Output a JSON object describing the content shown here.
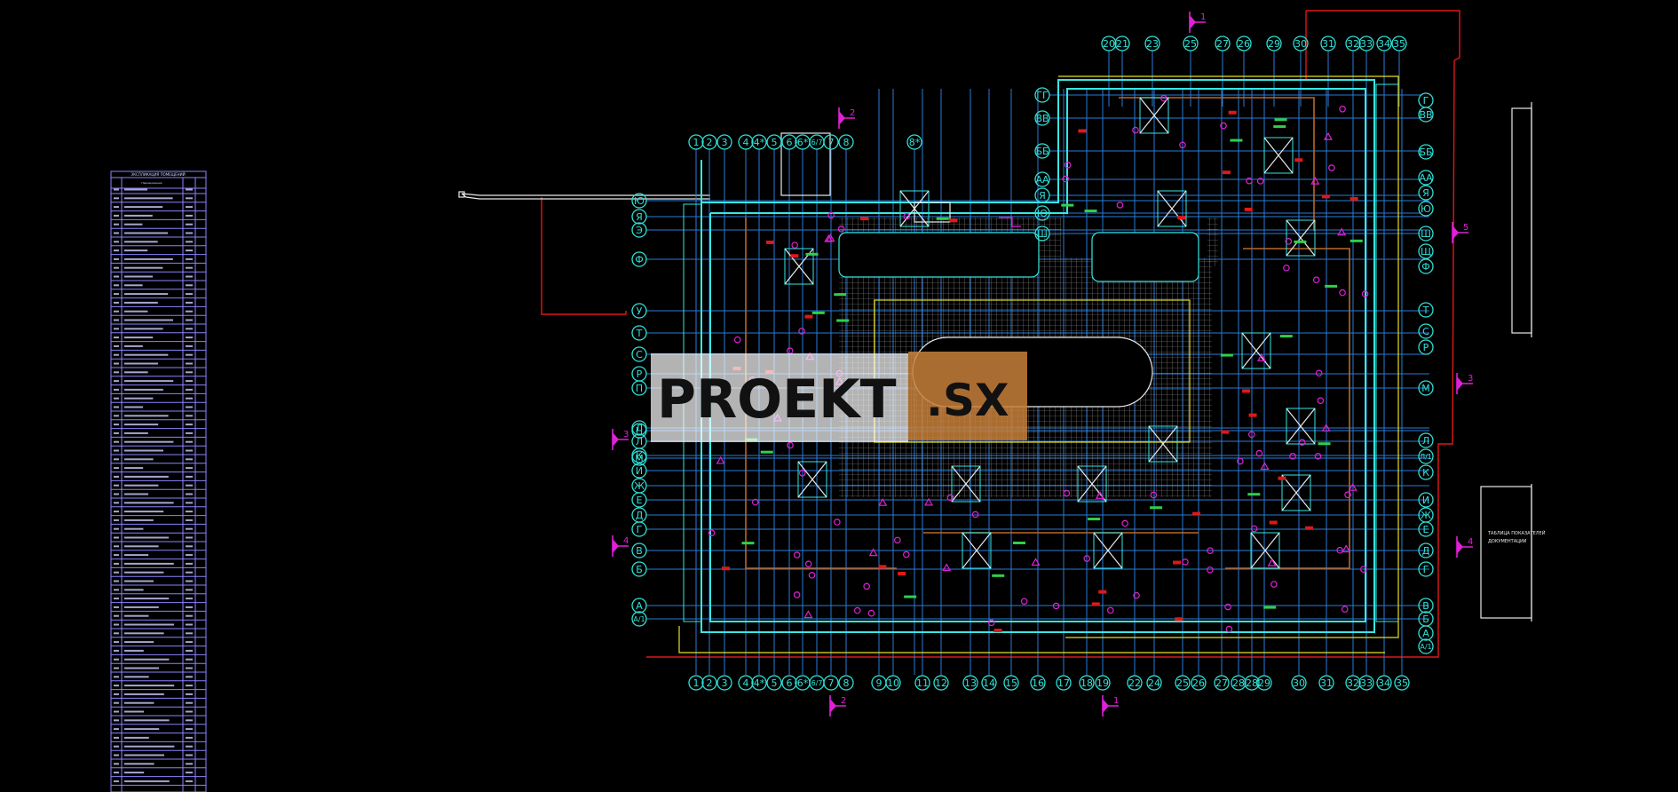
{
  "drawing": {
    "type": "architectural-floor-plan",
    "colors": {
      "background": "#000000",
      "axis": "#2fe0d6",
      "grid": "#2a7bd8",
      "walls": "#38e6e0",
      "boundary": "#e01818",
      "markers": "#e020d8",
      "yellow": "#e6e020",
      "brown": "#b8682a",
      "legend": "#8b83ff"
    },
    "top_axes": [
      "20",
      "21",
      "23",
      "25",
      "27",
      "26",
      "29",
      "30",
      "31",
      "32",
      "33",
      "34",
      "35"
    ],
    "top_left_axes": [
      "1",
      "2",
      "3",
      "4",
      "4*",
      "5",
      "6",
      "6*",
      "6/7",
      "7",
      "8",
      "8*"
    ],
    "bottom_axes": [
      "1",
      "2",
      "3",
      "4",
      "4*",
      "5",
      "6",
      "6*",
      "6/7",
      "7",
      "8",
      "9",
      "10",
      "11",
      "12",
      "13",
      "14",
      "15",
      "16",
      "17",
      "18",
      "19",
      "22",
      "24",
      "25",
      "26",
      "27",
      "28",
      "28",
      "29",
      "30",
      "31",
      "32",
      "33",
      "34",
      "35"
    ],
    "left_axes": [
      "Ю",
      "Я",
      "Э",
      "Ф",
      "У",
      "Т",
      "С",
      "Р",
      "П",
      "Н",
      "М",
      "Л",
      "Л",
      "К",
      "И",
      "Ж",
      "Е",
      "Д",
      "Г",
      "В",
      "Б",
      "А",
      "А/1"
    ],
    "right_axes": [
      "Г",
      "ВВ",
      "ББ",
      "АА",
      "Я",
      "Ю",
      "Ш",
      "Щ",
      "Ф",
      "Т",
      "С",
      "Р",
      "М",
      "Л",
      "Л/1",
      "К",
      "И",
      "Ж",
      "Е",
      "Д",
      "Г",
      "В",
      "Б",
      "А",
      "А/1"
    ],
    "upper_left_axes": [
      "ГГ",
      "ВВ",
      "ББ",
      "АА",
      "Я",
      "Ю",
      "Ш"
    ],
    "section_marks": [
      "1",
      "2",
      "3",
      "4",
      "5",
      "3",
      "4",
      "2",
      "1"
    ],
    "watermark": {
      "part1": "PROEKT",
      "part2": ".SX"
    },
    "legend": {
      "title": "ЭКСПЛИКАЦИЯ ПОМЕЩЕНИЙ",
      "header_col": "Наименование"
    }
  }
}
